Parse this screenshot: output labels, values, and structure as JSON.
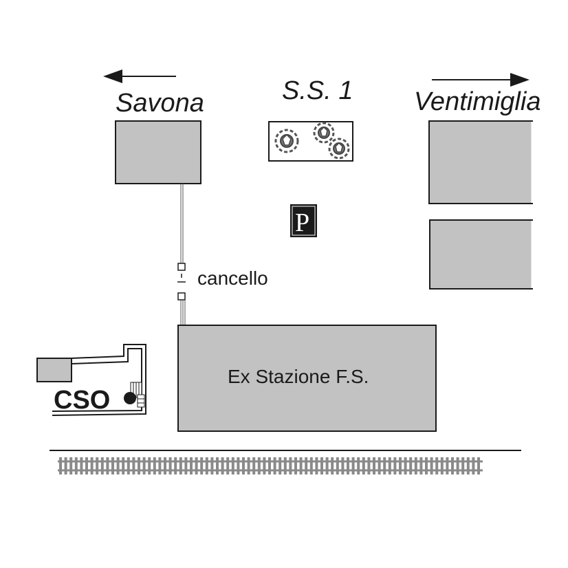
{
  "map": {
    "directions": {
      "west_label": "Savona",
      "east_label": "Ventimiglia",
      "road_label": "S.S. 1"
    },
    "labels": {
      "gate": "cancello",
      "station": "Ex Stazione F.S.",
      "cso": "CSO"
    },
    "parking": {
      "letter": "P"
    },
    "colors": {
      "building_fill": "#c2c2c2",
      "outline": "#1a1a1a",
      "parking_bg": "#1a1a1a",
      "rail": "#8a8a8a",
      "tree": "#555555"
    }
  }
}
